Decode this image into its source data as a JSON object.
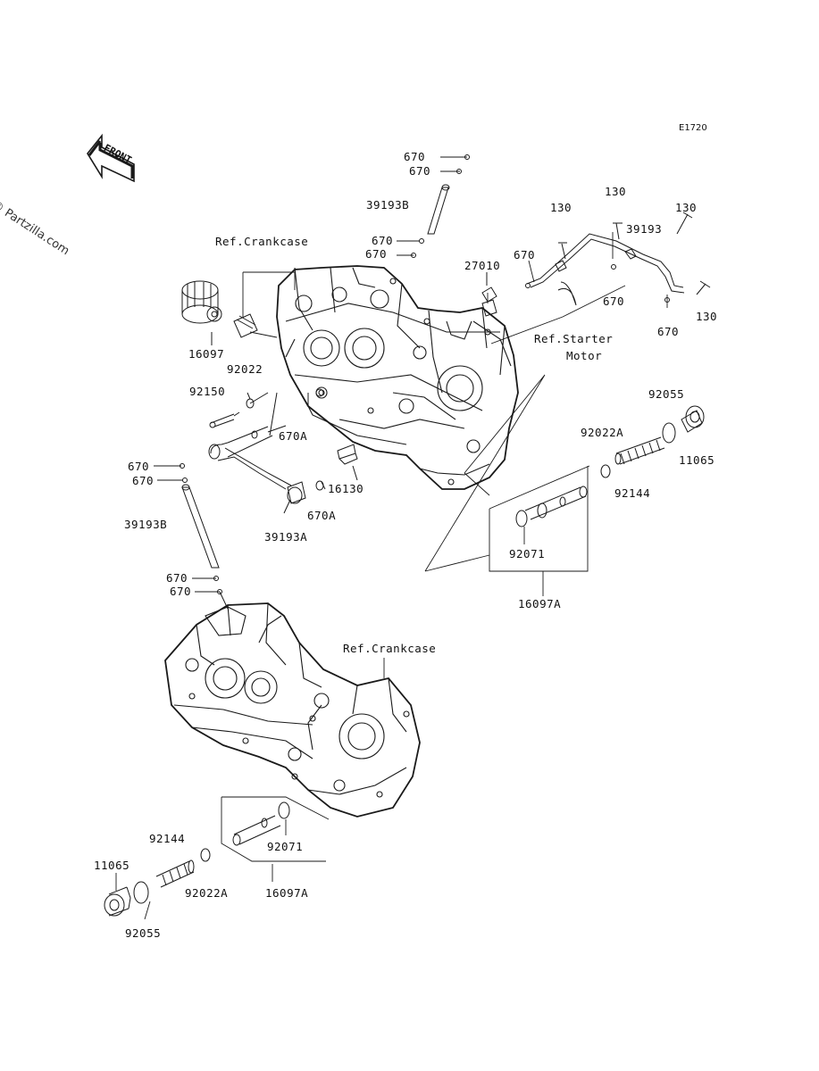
{
  "diagram_code": "E1720",
  "watermark": "© Partzilla.com",
  "front_arrow_text": "FRONT",
  "ref_labels": {
    "crankcase_upper": "Ref.Crankcase",
    "crankcase_lower": "Ref.Crankcase",
    "starter_motor_line1": "Ref.Starter",
    "starter_motor_line2": "Motor"
  },
  "part_labels": [
    {
      "id": "p670-top-1",
      "text": "670"
    },
    {
      "id": "p670-top-2",
      "text": "670"
    },
    {
      "id": "p39193b-top",
      "text": "39193B"
    },
    {
      "id": "p670-mid-1",
      "text": "670"
    },
    {
      "id": "p670-mid-2",
      "text": "670"
    },
    {
      "id": "p130-a",
      "text": "130"
    },
    {
      "id": "p130-b",
      "text": "130"
    },
    {
      "id": "p39193",
      "text": "39193"
    },
    {
      "id": "p130-c",
      "text": "130"
    },
    {
      "id": "p27010",
      "text": "27010"
    },
    {
      "id": "p670-left",
      "text": "670"
    },
    {
      "id": "p670-right",
      "text": "670"
    },
    {
      "id": "p130-d",
      "text": "130"
    },
    {
      "id": "p670-far",
      "text": "670"
    },
    {
      "id": "p16097",
      "text": "16097"
    },
    {
      "id": "p92022",
      "text": "92022"
    },
    {
      "id": "p92150",
      "text": "92150"
    },
    {
      "id": "p670a-1",
      "text": "670A"
    },
    {
      "id": "p16130",
      "text": "16130"
    },
    {
      "id": "p670a-2",
      "text": "670A"
    },
    {
      "id": "p39193a",
      "text": "39193A"
    },
    {
      "id": "p92055-top",
      "text": "92055"
    },
    {
      "id": "p92022a-top",
      "text": "92022A"
    },
    {
      "id": "p11065-top",
      "text": "11065"
    },
    {
      "id": "p92144-top",
      "text": "92144"
    },
    {
      "id": "p92071-top",
      "text": "92071"
    },
    {
      "id": "p16097a-top",
      "text": "16097A"
    },
    {
      "id": "p670-l1",
      "text": "670"
    },
    {
      "id": "p670-l2",
      "text": "670"
    },
    {
      "id": "p39193b-left",
      "text": "39193B"
    },
    {
      "id": "p670-l3",
      "text": "670"
    },
    {
      "id": "p670-l4",
      "text": "670"
    },
    {
      "id": "p92071-bot",
      "text": "92071"
    },
    {
      "id": "p92144-bot",
      "text": "92144"
    },
    {
      "id": "p11065-bot",
      "text": "11065"
    },
    {
      "id": "p92022a-bot",
      "text": "92022A"
    },
    {
      "id": "p16097a-bot",
      "text": "16097A"
    },
    {
      "id": "p92055-bot",
      "text": "92055"
    }
  ],
  "footer_lines": []
}
